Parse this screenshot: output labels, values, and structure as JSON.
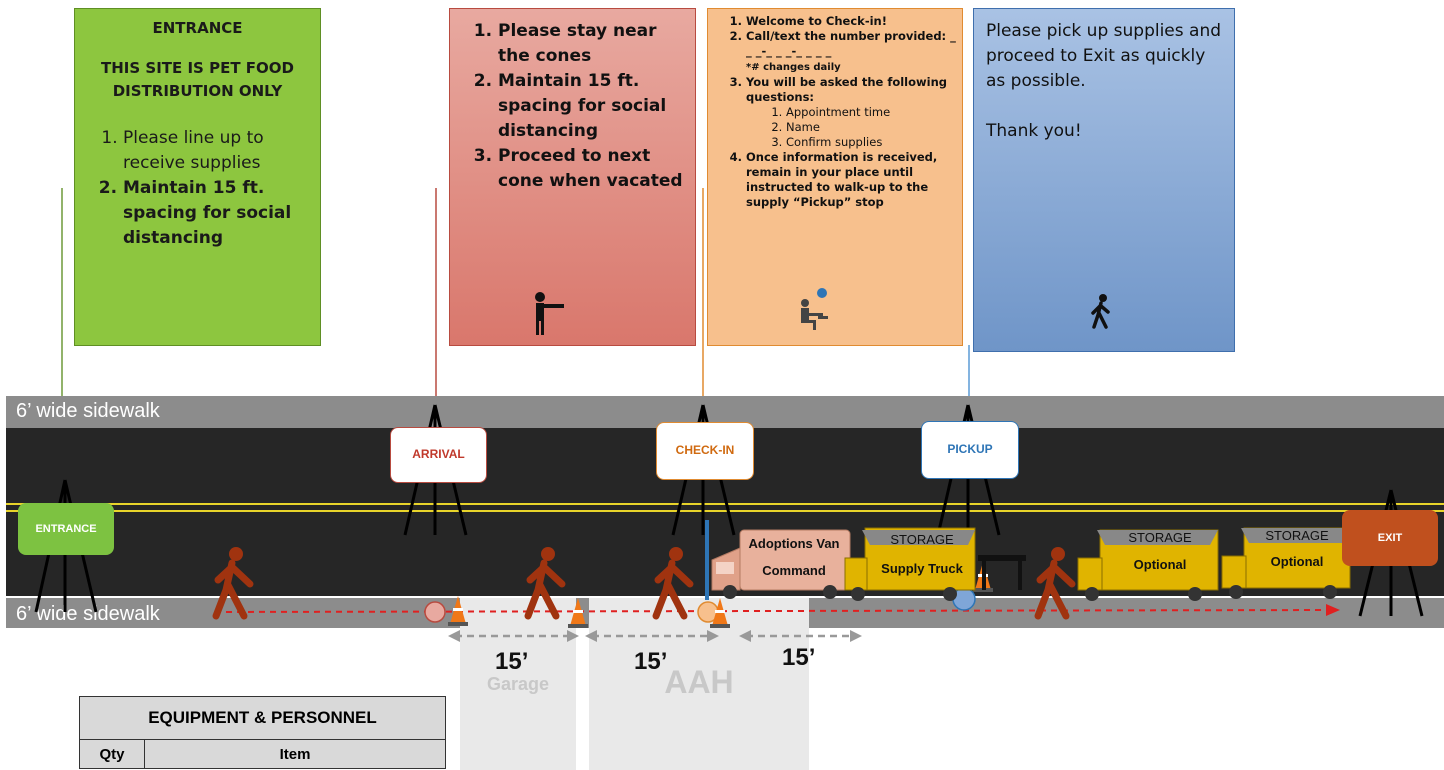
{
  "entrance_box": {
    "title": "ENTRANCE",
    "subtitle_line1": "THIS SITE IS PET FOOD",
    "subtitle_line2": "DISTRIBUTION ONLY",
    "items": [
      "Please line up to receive supplies",
      "Maintain 15 ft. spacing for social distancing"
    ]
  },
  "arrival_box": {
    "items": [
      "Please stay near the cones",
      "Maintain 15 ft. spacing for social distancing",
      "Proceed to next cone when vacated"
    ],
    "icon": "pointing-person-icon"
  },
  "checkin_box": {
    "item1": "Welcome to Check-in!",
    "item2": "Call/text the number provided: _ _ _-_ _ _-_ _ _ _",
    "item2_note": "*# changes daily",
    "item3": "You will be asked the following questions:",
    "questions": [
      "Appointment time",
      "Name",
      "Confirm supplies"
    ],
    "item4": "Once information is received, remain in your place until instructed to walk-up to the supply “Pickup” stop",
    "icon": "seated-person-icon"
  },
  "pickup_box": {
    "line1": "Please pick up supplies and proceed to Exit as quickly as possible.",
    "line2": "Thank you!",
    "icon": "walking-person-icon"
  },
  "road": {
    "top_sidewalk": "6’ wide sidewalk",
    "bottom_sidewalk": "6’ wide sidewalk"
  },
  "stops": {
    "entrance": "ENTRANCE",
    "arrival": "ARRIVAL",
    "checkin": "CHECK-IN",
    "pickup": "PICKUP",
    "exit": "EXIT"
  },
  "vehicles": {
    "van_line1": "Adoptions Van",
    "van_line2": "Command",
    "truck1_top": "STORAGE",
    "truck1_body": "Supply Truck",
    "truck2_top": "STORAGE",
    "truck2_body": "Optional",
    "truck3_top": "STORAGE",
    "truck3_body": "Optional"
  },
  "distances": [
    "15’",
    "15’",
    "15’"
  ],
  "zones": {
    "garage": "Garage",
    "aah": "AAH"
  },
  "equipment_table": {
    "title": "EQUIPMENT & PERSONNEL",
    "col_qty": "Qty",
    "col_item": "Item"
  },
  "colors": {
    "entrance": "#8dc63f",
    "arrival": "#c0392b",
    "checkin": "#e08b31",
    "pickup": "#2e75b6",
    "exit": "#c0501e",
    "person": "#a0330f",
    "truck": "#e0b400",
    "route_arrow": "#e02020"
  }
}
